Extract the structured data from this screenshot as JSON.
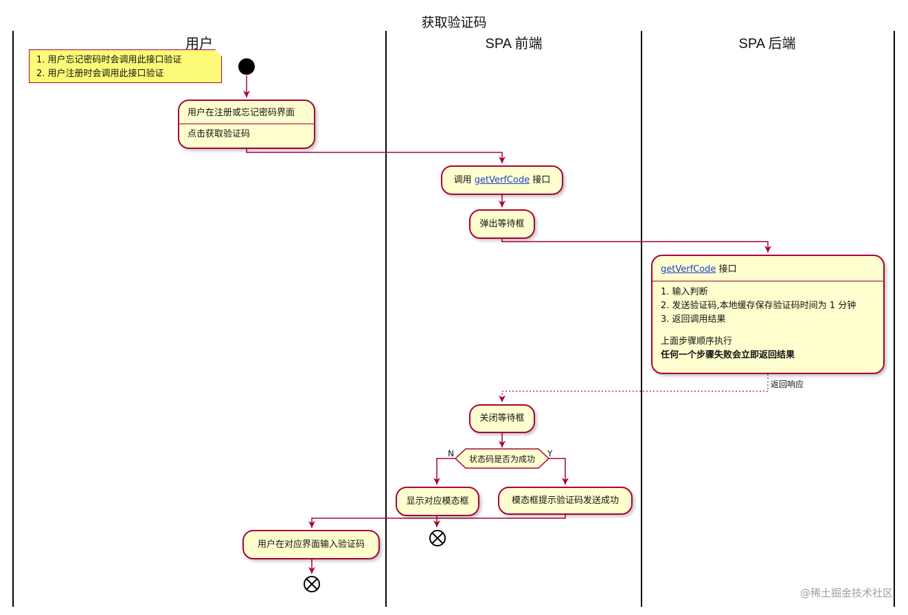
{
  "title": "获取验证码",
  "lanes": [
    "用户",
    "SPA 前端",
    "SPA 后端"
  ],
  "note": [
    "1. 用户忘记密码时会调用此接口验证",
    "2. 用户注册时会调用此接口验证"
  ],
  "nodes": {
    "user_screen": {
      "line1": "用户在注册或忘记密码界面",
      "line2": "点击获取验证码"
    },
    "call_api": {
      "prefix": "调用 ",
      "link": "getVerfCode",
      "suffix": " 接口"
    },
    "show_wait": "弹出等待框",
    "backend": {
      "link": "getVerfCode",
      "suffix": " 接口",
      "steps": [
        "1. 输入判断",
        "2. 发送验证码,本地缓存保存验证码时间为 1 分钟",
        "3. 返回调用结果"
      ],
      "remark": "上面步骤顺序执行",
      "remark_bold": "任何一个步骤失败会立即返回结果"
    },
    "close_wait": "关闭等待框",
    "decision": "状态码是否为成功",
    "show_modal": "显示对应模态框",
    "modal_success": "模态框提示验证码发送成功",
    "input_code": "用户在对应界面输入验证码"
  },
  "return_label": "返回响应",
  "branch_no": "N",
  "branch_yes": "Y",
  "watermark": "@稀土掘金技术社区",
  "colors": {
    "border": "#a80036",
    "fill": "#fefece",
    "note": "#fbfb77",
    "link": "#1d3fcf"
  }
}
